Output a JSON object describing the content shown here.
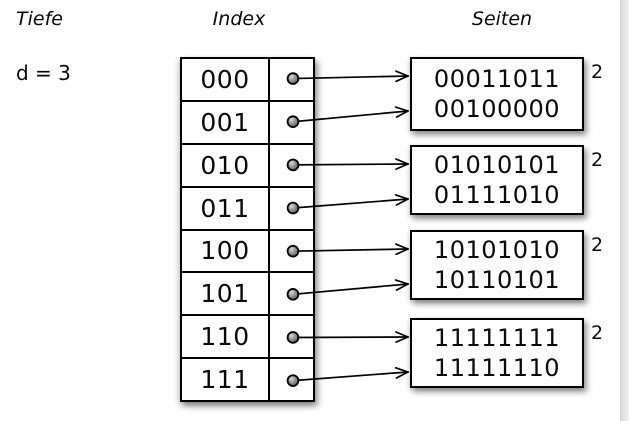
{
  "headers": {
    "depth_column": "Tiefe",
    "index_column": "Index",
    "pages_column": "Seiten"
  },
  "depth": {
    "value": "d = 3"
  },
  "index": {
    "rows": [
      "000",
      "001",
      "010",
      "011",
      "100",
      "101",
      "110",
      "111"
    ]
  },
  "pages": [
    {
      "entries": [
        "00011011",
        "00100000"
      ],
      "local_depth": "2"
    },
    {
      "entries": [
        "01010101",
        "01111010"
      ],
      "local_depth": "2"
    },
    {
      "entries": [
        "10101010",
        "10110101"
      ],
      "local_depth": "2"
    },
    {
      "entries": [
        "11111111",
        "11111110"
      ],
      "local_depth": "2"
    }
  ],
  "links": [
    {
      "row": 0,
      "page": 0
    },
    {
      "row": 1,
      "page": 0
    },
    {
      "row": 2,
      "page": 1
    },
    {
      "row": 3,
      "page": 1
    },
    {
      "row": 4,
      "page": 2
    },
    {
      "row": 5,
      "page": 2
    },
    {
      "row": 6,
      "page": 3
    },
    {
      "row": 7,
      "page": 3
    }
  ],
  "colors": {
    "ink": "#000000",
    "dot_highlight": "#d9d9d9",
    "dot_mid": "#8f8f8f",
    "dot_dark": "#565656",
    "edge_strip": "#e4e4e4"
  }
}
